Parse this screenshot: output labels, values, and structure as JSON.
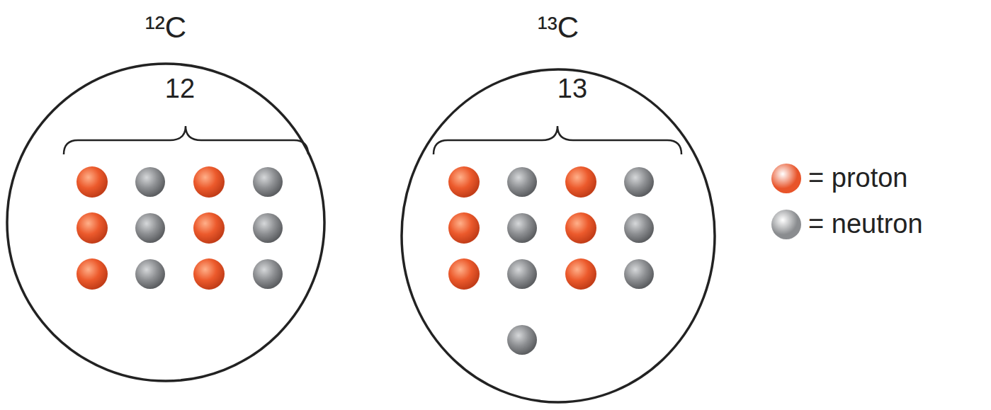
{
  "diagram": {
    "nodes": [
      {
        "text": [
          "¹²C",
          "12"
        ]
      },
      {
        "text": [
          "¹³C",
          "13"
        ]
      }
    ],
    "legend": [
      {
        "text": "= proton",
        "color": "#e8542a"
      },
      {
        "text": "= neutron",
        "color": "#8a8c8f"
      }
    ]
  }
}
